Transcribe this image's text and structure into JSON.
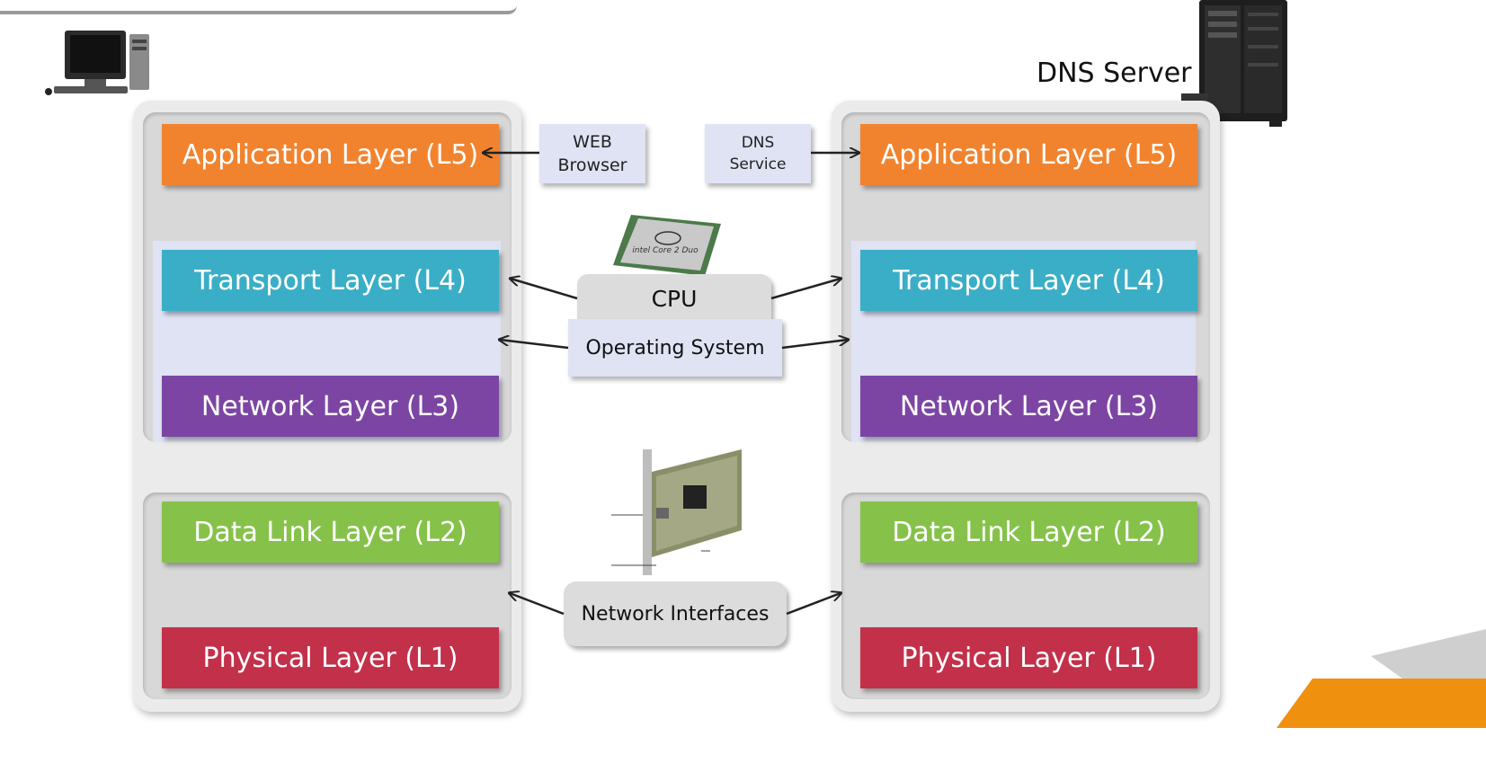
{
  "server_label": "DNS Server",
  "left_stack": {
    "layers": [
      {
        "label": "Application Layer (L5)"
      },
      {
        "label": "Transport Layer (L4)"
      },
      {
        "label": "Network Layer (L3)"
      },
      {
        "label": "Data Link Layer (L2)"
      },
      {
        "label": "Physical Layer (L1)"
      }
    ]
  },
  "right_stack": {
    "layers": [
      {
        "label": "Application Layer (L5)"
      },
      {
        "label": "Transport Layer (L4)"
      },
      {
        "label": "Network Layer (L3)"
      },
      {
        "label": "Data Link Layer (L2)"
      },
      {
        "label": "Physical Layer (L1)"
      }
    ]
  },
  "web_browser": {
    "line1": "WEB",
    "line2": "Browser"
  },
  "dns_service": {
    "line1": "DNS",
    "line2": "Service"
  },
  "cpu": {
    "label": "CPU",
    "chip_text": "intel Core 2 Duo"
  },
  "operating_system": {
    "label": "Operating System"
  },
  "network_interfaces": {
    "label": "Network Interfaces"
  },
  "colors": {
    "application": "#f2832e",
    "transport": "#3aaec6",
    "network": "#7c45a3",
    "data_link": "#86c24a",
    "physical": "#c3304a"
  }
}
